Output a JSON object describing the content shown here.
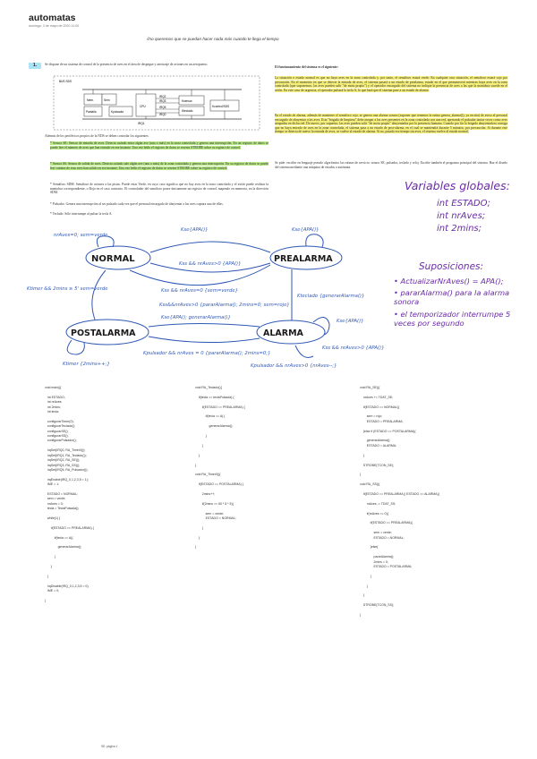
{
  "header": {
    "title": "automatas",
    "date": "domingo, 3 de mayo de 2020    11:00",
    "note": "//no queremos que se puedan hacer nada más cuando te llega el tiempo"
  },
  "exercise": {
    "number": "1.",
    "intro": "Se dispone de un sistema de control de la presencia de aves en el área de despegue y aterrizaje de aviones en un aeropuerto.",
    "diagram": {
      "bus_label": "BUS SDS",
      "boxes": [
        "Mem.",
        "Sem",
        "Pantalla",
        "Kpulsador",
        "CPU",
        "IRQ2",
        "IRQ3",
        "IRQ5",
        "IRQ0",
        "Kteclado",
        "Ksensor",
        "Kcontrol/SDS",
        "IRQ1"
      ]
    },
    "left_text": [
      "Además de los periféricos propios de la NDS se deben controlar los siguientes:",
      "* Sensor SE:  Sensor de entrada de aves. Detecta cuándo entra algún ave (una o más) en la zona controlada y genera una interrupción. En un registro de datos se puede leer el número de aves que han entrado en ese instante. Una vez leído el registro de datos se resetea STROBE sobre su registro de control.",
      "* Sensor SS:  Sensor de salida de aves. Detecta cuándo sale algún ave (una o más) de la zona controlada y genera una interrupción. En su registro de datos se puede leer cuántas de esas aves han salido en ese instante. Una vez leído el registro de datos se resetea STROBE sobre su registro de control.",
      "* Semáforo SDM:  Semáforo de aviones a las pistas. Puede estar Verde, en cuyo caso significa que no hay aves en la zona controlada y el avión puede realizar la maniobra correspondiente, o Rojo en el caso contrario. El controlador del semáforo posee únicamente un registro de control, mapeado en memoria, en la dirección SDM.",
      "* Pulsador:  Genera una interrupción al ser pulsado cada vez que el personal encargado de ahuyentar a las aves captura una de ellas.",
      "* Teclado:  Sólo interrumpe al pulsar la tecla A."
    ],
    "right_text": [
      "El funcionamiento del sistema es el siguiente:",
      "La situación o estado normal es que no haya aves en la zona controlada y, por tanto, el semáforo estará verde. En cualquier otra situación, el semáforo estará rojo por precaución. En el momento en que se detecte la entrada de aves, el sistema pasará a un estado de prealarma, estado en el que permanecerá mientras haya aves en la zona controlada (que suponemos, las aves pueden salir \"de motu propio\") y el operador encargado del sistema no indique la presencia de aves a las que la maniobra sucede en el avión. En este caso de urgencia, el operador pulsará la tecla A, lo que hará que el sistema pase a un estado de alarma.",
      "En el estado de alarma, además de mantener el semáforo rojo, se genera una alarma sonora (suponer que tenemos la rutina genera_alarma()), ya escrita) de aviso al personal encargado de ahuyentar a las aves. Esta \"brigada de limpieza\" debe atrapar a las aves presentes en la zona controlada con una red, apretando el pulsador tantas veces como aves atrapadas en dicha red. De nuevo, por supuesto, las aves pueden salir \"de motu propio\" ahuyentadas por la presencia humana. Cuando por fin la brigada ahuyentadora consiga que no haya entrado de aves en la zona controlada, el sistema pasa a un estado de post-alarma, en el cual se mantendrá durante 5 minutos, por precaución. Si durante este tiempo se detecta de nuevo la entrada de aves, se vuelve al estado de alarma. Si no, pasado ese tiempo sin aves, el sistema vuelve al estado normal.",
      "Se pide: escribir en lenguaje pseudo algorítmico las rutinas de servicio: sensor SE, pulsador, teclado y reloj. Escribe también el programa principal del sistema. Haz el diseño del sistema mediante una máquina de estados o autómata."
    ]
  },
  "handwriting": {
    "globals_title": "Variables globales:",
    "globals": [
      "int ESTADO;",
      "int nrAves;",
      "int 2mins;"
    ],
    "assumptions_title": "Suposiciones:",
    "assumptions": [
      "• ActualizarNrAves() = APA();",
      "• pararAlarma() para la alarma sonora",
      "• el temporizador interrumpe 5 veces por segundo"
    ]
  },
  "fsm": {
    "states": [
      "NORMAL",
      "PREALARMA",
      "POSTALARMA",
      "ALARMA"
    ],
    "labels": {
      "normal_self": "nrAves=0; sem=verde",
      "normal_pre": "Kse{APA()}",
      "pre_self": "Kse{APA()}",
      "pre_normal": "Kss && nrAves>0 {APA()}",
      "ktimer": "Ktimer && 2mins ≥ 5'  sem=verde",
      "kss_normal": "Kss && nrAves=0 {sem=verde}",
      "kteclado": "Kteclado {generarAlarma()}",
      "post_to_normal": "Kss&&nrAves>0 {pararAlarma(); 2mins=0; sem=rojo}",
      "kse_apa": "Kse{APA(); generarAlarma()}",
      "alarm_self": "Kse{APA()}",
      "kss_alarm": "Kss && nrAves>0 {APA()}",
      "kpulsador": "Kpulsador && nrAves = 0 {pararAlarma(); 2mins=0;}",
      "kpulsador2": "Kpulsador && nrAves>0 {nrAves--;}",
      "post_self": "Ktimer {2mins++;}"
    }
  },
  "code": {
    "col1": [
      "void main(){",
      "",
      "   int ESTADO;",
      "   int nrAves;",
      "   int 2mins;",
      "   int tecla;",
      "",
      "   configurarTimer(0);",
      "   configurarTeclado();",
      "   configurarSE();",
      "   configurarSS();",
      "   configurarPulsador();",
      "",
      "   irqSet(IRQ0, RA_Timer0());",
      "   irqSet(IRQ1, RA_Teclado());",
      "   irqSet(IRQ2, RA_SE());",
      "   irqSet(IRQ3, RA_SS());",
      "   irqSet(IRQ5, RA_Pulsador());",
      "",
      "   irqEnable(IRQ_0,1,2,3,5 = 1);",
      "   IME = 1;",
      "",
      "   ESTADO = NORMAL;",
      "   sem = verde;",
      "   nrAves = 0;",
      "   tecla = TeclaPulsada();",
      "",
      "   while(1) {",
      "",
      "       if(ESTADO == PREALARMA) {",
      "",
      "           if(tecla == A){",
      "",
      "               generarAlarma();",
      "",
      "           }",
      "",
      "       }",
      "",
      "   }",
      "",
      "   irqDisable(IRQ_0,1,2,3,5 = 0);",
      "   IME = 0;",
      "",
      "}"
    ],
    "col2": [
      "void RA_Teclado(){",
      "",
      "    if(tecla == teclaPulsada) {",
      "",
      "        if(ESTADO == PREALARMA) {",
      "",
      "            if(tecla == A) {",
      "",
      "                generarAlarma();",
      "",
      "            }",
      "",
      "        }",
      "",
      "    }",
      "",
      "}",
      "",
      "void RA_Timer0(){",
      "",
      "    if(ESTADO == POSTALARMA) {",
      "",
      "        2mins++;",
      "",
      "        if(2mins >= 60 * 5 * 5){",
      "",
      "            sem = verde;",
      "            ESTADO = NORMAL;",
      "",
      "        }",
      "",
      "    }",
      "",
      "}"
    ],
    "col3": [
      "void RA_SE(){",
      "",
      "    nrAves += TDAT_SE;",
      "",
      "    if(ESTADO == NORMAL){",
      "",
      "        sem = rojo;",
      "        ESTADO = PREALARMA;",
      "",
      "    }else if (ESTADO == POSTALARMA){",
      "",
      "        generarAlarma();",
      "        ESTADO = ALARMA;",
      "",
      "    }",
      "",
      "    STROBE(TCON_SE);",
      "",
      "}",
      "",
      "void RA_SS(){",
      "",
      "    if(ESTADO == PREALARMA || ESTADO == ALARMA){",
      "",
      "        nrAves -= TDAT_SS;",
      "",
      "        if(nrAves == 0){",
      "",
      "            if(ESTADO == PREALARMA){",
      "",
      "                sem = verde;",
      "                ESTADO = NORMAL;",
      "",
      "            }else{",
      "",
      "                pararAlarma();",
      "                2mins = 0;",
      "                ESTADO = POSTALARMA;",
      "",
      "            }",
      "",
      "        }",
      "",
      "    }",
      "",
      "    STROBE(TCON_SS);",
      "",
      "}"
    ]
  },
  "footer": "SE: página 1"
}
